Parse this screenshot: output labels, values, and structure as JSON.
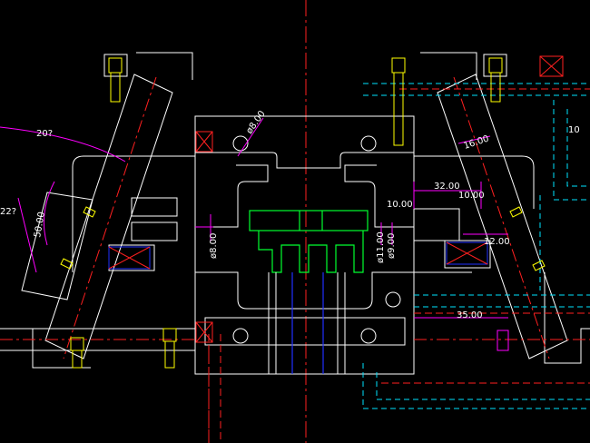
{
  "canvas": {
    "background": "#000000"
  },
  "colors": {
    "outline": "#ffffff",
    "centerline": "#ff2020",
    "hidden": "#00e5ff",
    "dimension": "#ff00ff",
    "part_green": "#00ff30",
    "fastener": "#ffff00",
    "blue_line": "#2030ff",
    "dim_text": "#ffffff"
  },
  "dimensions": {
    "arc_angle": "20?",
    "left_angle": "22?",
    "slot_len": "50.00",
    "pin_dia_top": "ø8.00",
    "pin_dia_left": "ø8.00",
    "bore_dia_a": "ø11.00",
    "bore_dia_b": "ø9.00",
    "right_16": "16.00",
    "right_10_top": "10",
    "right_32": "32.00",
    "right_10_a": "10.00",
    "right_10_b": "10.00",
    "right_12": "12.00",
    "right_35": "35.00"
  }
}
